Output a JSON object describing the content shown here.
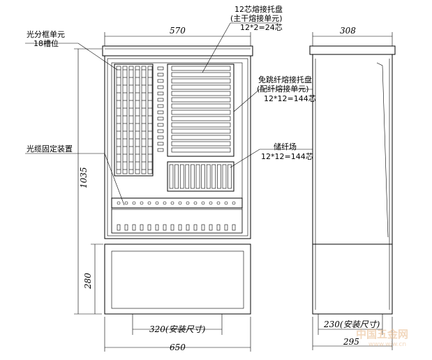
{
  "labels": {
    "tray_12": "12芯熔接托盘",
    "tray_main": "(主干熔接单元)",
    "tray_cores": "12*2=24芯",
    "splitter_frame": "光分框单元",
    "slots": "18槽位",
    "patch_tray": "免跳纤熔接托盘",
    "patch_unit": "(配纤熔接单元)",
    "patch_cores": "12*12=144芯",
    "storage": "储纤场",
    "storage_cores": "12*12=144芯",
    "cable_fix": "光缆固定装置"
  },
  "dimensions": {
    "width_top": "570",
    "depth_top": "308",
    "height": "1035",
    "base_height": "280",
    "install_front": "320(安装尺寸)",
    "width_bottom": "650",
    "install_side": "230(安装尺寸)",
    "depth_bottom": "295"
  },
  "watermark": {
    "brand": "中国五金网",
    "url": "www.wjw.cn"
  }
}
